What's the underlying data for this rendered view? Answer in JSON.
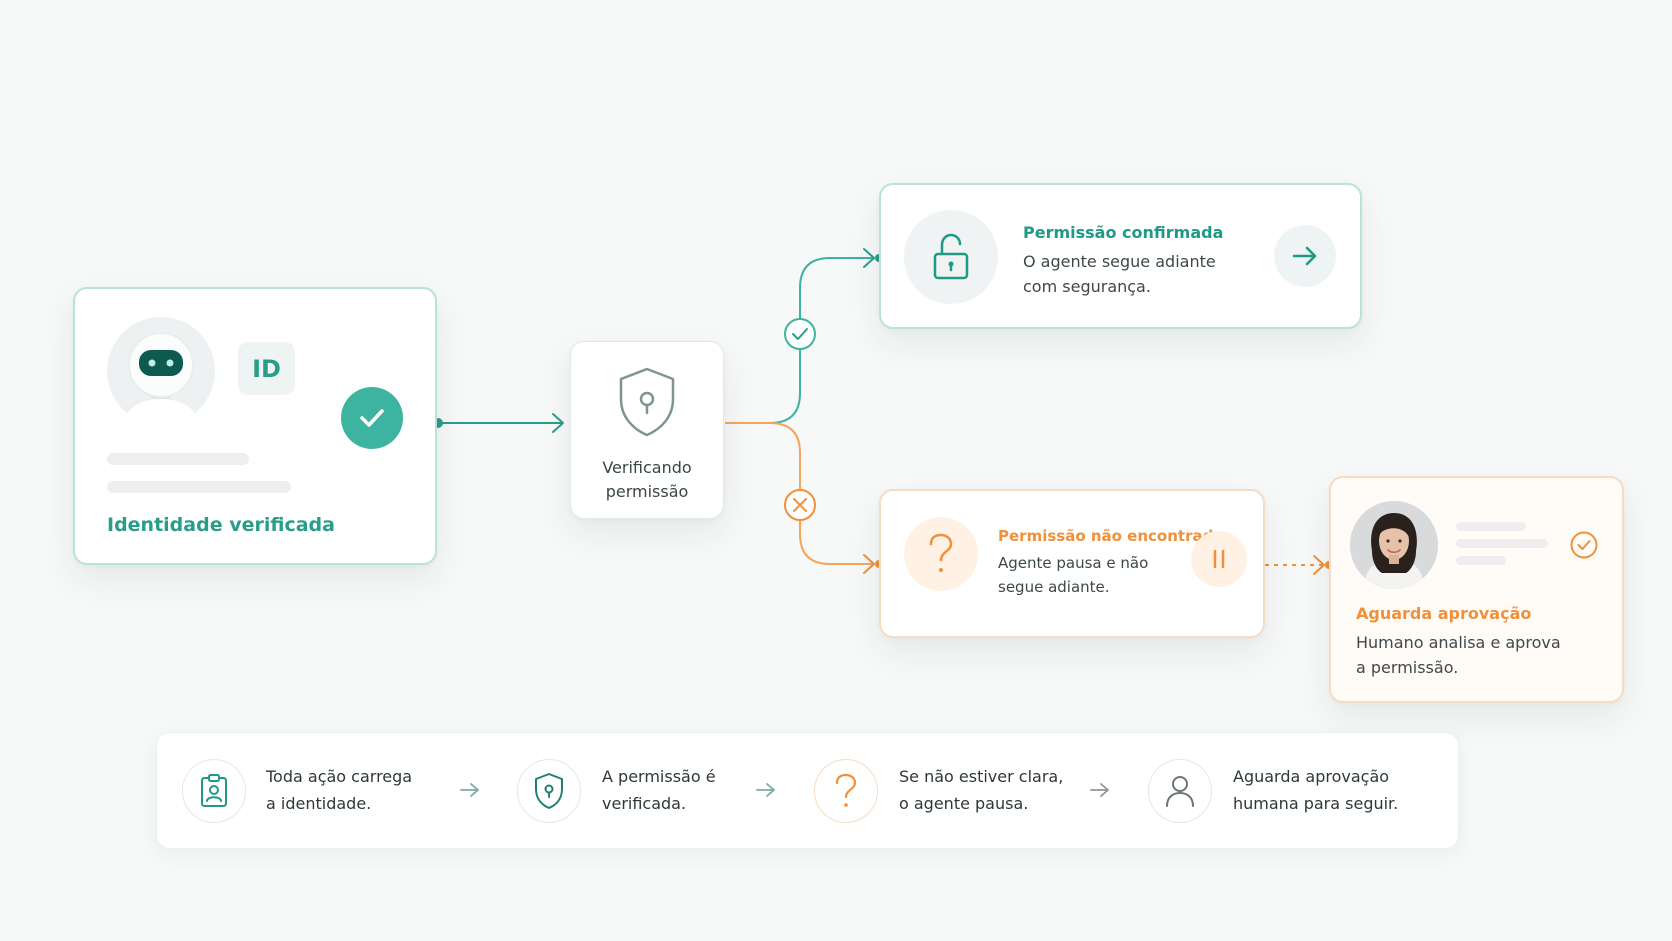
{
  "identity_card": {
    "id_badge": "ID",
    "label": "Identidade verificada"
  },
  "verify_card": {
    "line1": "Verificando",
    "line2": "permissão"
  },
  "confirmed_card": {
    "title": "Permissão confirmada",
    "desc_line1": "O agente segue adiante",
    "desc_line2": "com segurança."
  },
  "notfound_card": {
    "title": "Permissão não encontrada",
    "desc_line1": "Agente pausa e não",
    "desc_line2": "segue adiante."
  },
  "approval_card": {
    "title": "Aguarda aprovação",
    "desc_line1": "Humano analisa e aprova",
    "desc_line2": "a permissão."
  },
  "steps": [
    {
      "line1": "Toda ação carrega",
      "line2": "a identidade.",
      "icon": "id-badge-icon"
    },
    {
      "line1": "A permissão é",
      "line2": "verificada.",
      "icon": "shield-icon"
    },
    {
      "line1": "Se não estiver clara,",
      "line2": "o agente pausa.",
      "icon": "question-icon"
    },
    {
      "line1": "Aguarda aprovação",
      "line2": "humana para seguir.",
      "icon": "person-icon"
    }
  ],
  "colors": {
    "teal": "#2a9d8a",
    "teal_light": "#3cb4a0",
    "orange": "#f0903a",
    "background": "#f7f8f8"
  }
}
